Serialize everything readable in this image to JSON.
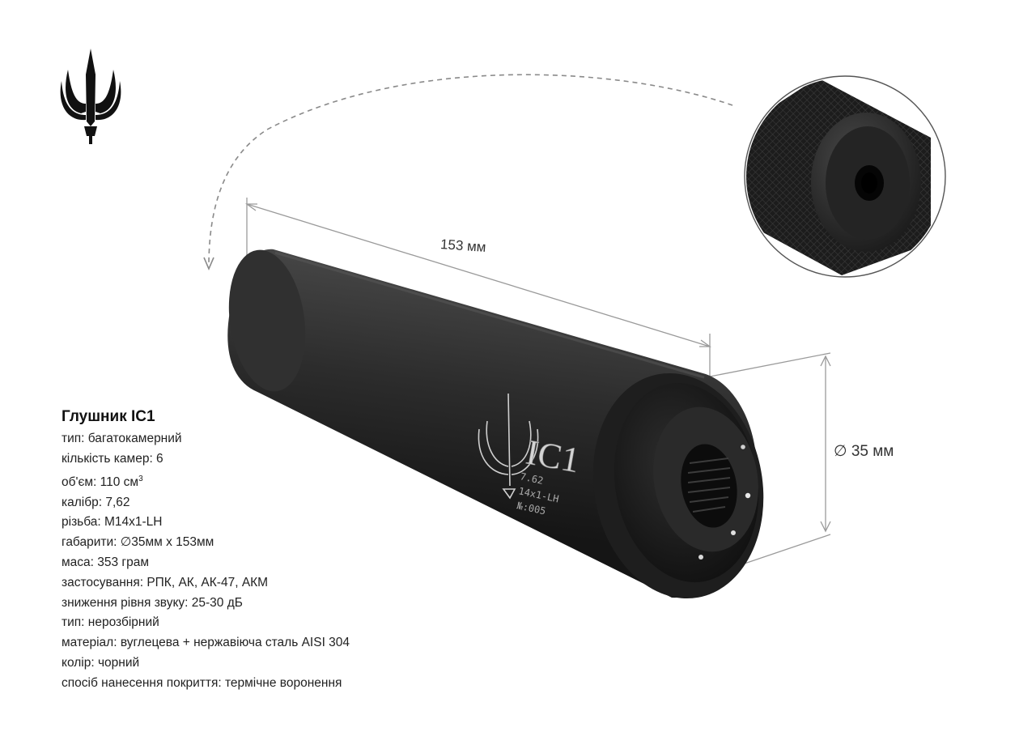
{
  "brand": {
    "logo_icon": "trident-icon",
    "barrel_engraving": "IC1",
    "barrel_marking_lines": [
      "7.62",
      "14x1-LH",
      "№:005"
    ]
  },
  "dimensions": {
    "length_label": "153 мм",
    "diameter_label": "∅ 35 мм"
  },
  "product": {
    "title": "Глушник IC1",
    "specs": [
      "тип: багатокамерний",
      "кількість камер: 6",
      "об'єм: 110 см",
      "калібр: 7,62",
      "різьба: M14x1-LH",
      "габарити: ∅35мм х 153мм",
      "маса: 353 грам",
      "застосування: РПК, АК, АК-47, АКМ",
      "зниження рівня звуку: 25-30 дБ",
      "тип: нерозбірний",
      "матеріал: вуглецева + нержавіюча сталь AISI 304",
      "колір: чорний",
      "спосіб нанесення покриття: термічне воронення"
    ],
    "volume_superscript": "3"
  },
  "colors": {
    "background": "#ffffff",
    "metal": "#2b2b2b",
    "metal_dark": "#161616",
    "dim_line": "#9a9a9a",
    "text": "#222222"
  }
}
